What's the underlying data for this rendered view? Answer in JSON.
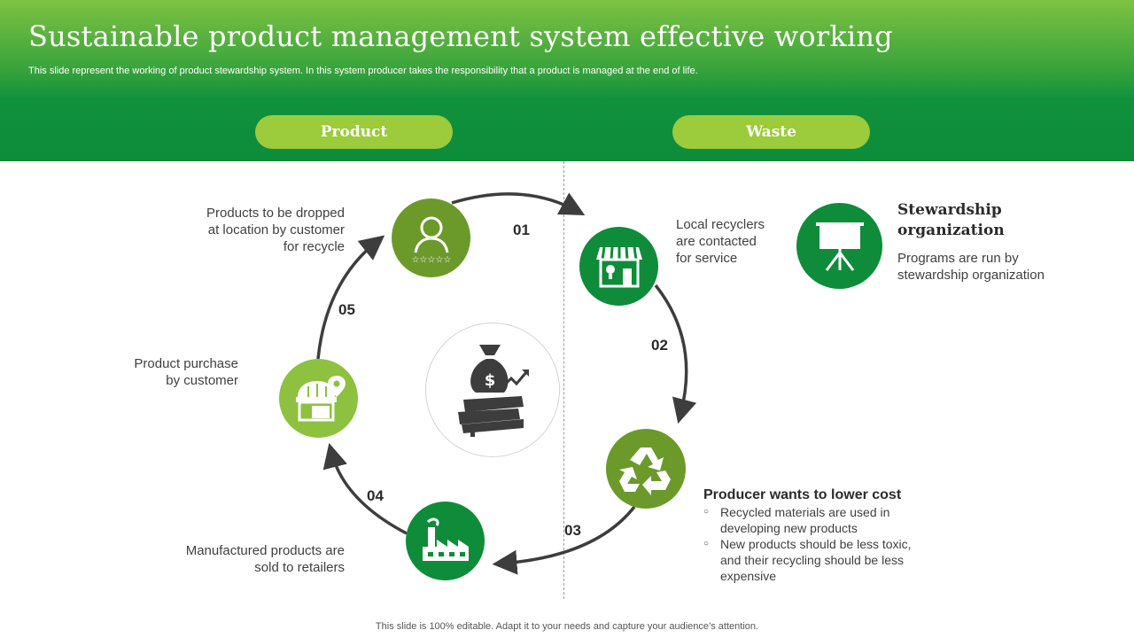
{
  "slide": {
    "title": "Sustainable product management system effective working",
    "subtitle": "This slide represent the working of product stewardship system. In this system producer takes the responsibility that a product is managed at the end of life.",
    "footer": "This slide is 100% editable. Adapt it to your needs and capture your audience’s attention."
  },
  "sections": {
    "left_label": "Product",
    "right_label": "Waste"
  },
  "colors": {
    "dark_green": "#0e8c3a",
    "olive_green": "#6b9a2a",
    "lime_green": "#8dc13f",
    "pill_green": "#9ccb3b"
  },
  "steps": [
    {
      "number": "01",
      "text_lines": [
        "Products to be dropped",
        "at location by customer",
        "for recycle"
      ],
      "icon": "customer-rating-icon"
    },
    {
      "number": "02",
      "text_lines": [
        "Local recyclers",
        "are contacted",
        "for service"
      ],
      "icon": "storefront-icon"
    },
    {
      "number": "03",
      "icon": "recycle-icon"
    },
    {
      "number": "04",
      "text_lines": [
        "Manufactured  products are",
        "sold to retailers"
      ],
      "icon": "factory-icon"
    },
    {
      "number": "05",
      "text_lines": [
        "Product purchase",
        "by customer"
      ],
      "icon": "shop-location-icon"
    }
  ],
  "producer": {
    "heading": "Producer wants to lower cost",
    "bullets": [
      [
        "Recycled materials are used in",
        "developing  new products"
      ],
      [
        "New products should be less toxic,",
        "and their recycling should be less",
        "expensive"
      ]
    ]
  },
  "stewardship": {
    "title_lines": [
      "Stewardship",
      "organization"
    ],
    "text_lines": [
      "Programs are run by",
      "stewardship organization"
    ],
    "icon": "presentation-board-icon"
  },
  "center_icon": "money-bag-books-icon"
}
